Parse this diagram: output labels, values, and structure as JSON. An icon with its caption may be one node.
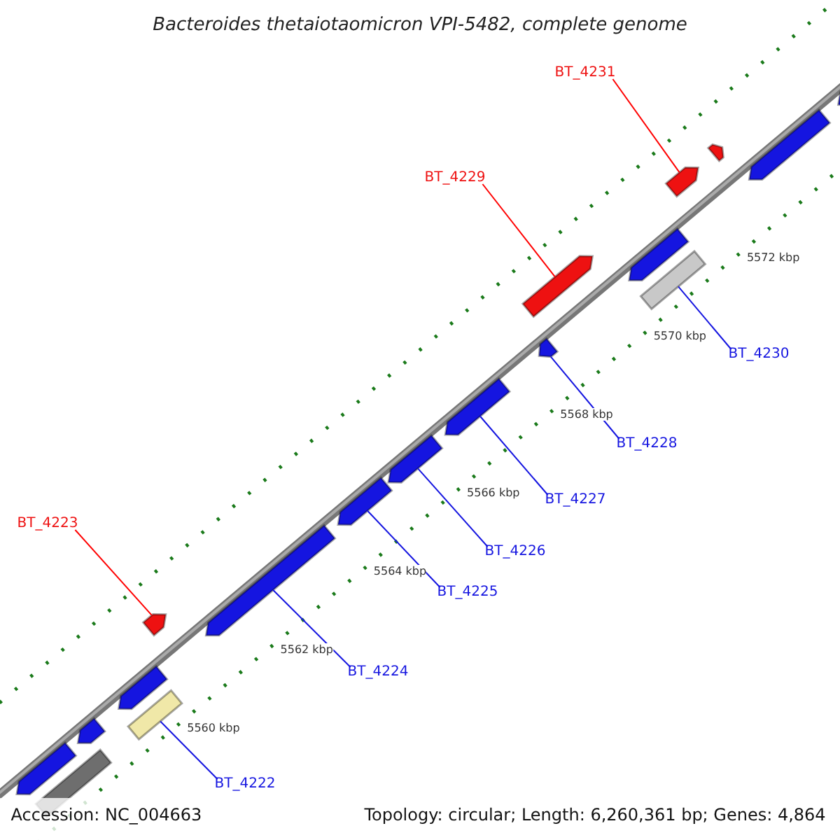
{
  "diagram": {
    "title": "Bacteroides thetaiotaomicron VPI-5482, complete genome",
    "nodes": [
      {
        "text": [
          "BT_4231"
        ]
      },
      {
        "text": [
          "BT_4229"
        ]
      },
      {
        "text": [
          "BT_4230"
        ]
      },
      {
        "text": [
          "BT_4228"
        ]
      },
      {
        "text": [
          "BT_4227"
        ]
      },
      {
        "text": [
          "BT_4223"
        ]
      },
      {
        "text": [
          "BT_4226"
        ]
      },
      {
        "text": [
          "BT_4225"
        ]
      },
      {
        "text": [
          "BT_4224"
        ]
      },
      {
        "text": [
          "BT_4222"
        ]
      },
      {
        "text": [],
        "shape": "box"
      },
      {
        "text": [],
        "shape": "box"
      },
      {
        "text": [],
        "shape": "box"
      },
      {
        "text": [],
        "shape": "box"
      },
      {
        "text": [],
        "shape": "box"
      },
      {
        "text": [],
        "shape": "box"
      },
      {
        "text": [],
        "shape": "box"
      },
      {
        "text": [],
        "shape": "box"
      },
      {
        "text": [],
        "shape": "box"
      },
      {
        "text": [],
        "shape": "box"
      },
      {
        "text": [],
        "shape": "box"
      },
      {
        "text": [],
        "shape": "box"
      },
      {
        "text": [],
        "shape": "box"
      },
      {
        "text": [],
        "shape": "box"
      },
      {
        "text": [],
        "shape": "box"
      },
      {
        "text": [],
        "shape": "box"
      },
      {
        "text": [],
        "shape": "box"
      },
      {
        "text": [],
        "shape": "box"
      }
    ],
    "edges": [
      {
        "from": 0,
        "to": 24,
        "arrow": "none",
        "color": "#ff0000"
      },
      {
        "from": 1,
        "to": 21,
        "arrow": "none",
        "color": "#ff0000"
      },
      {
        "from": 2,
        "to": 22,
        "arrow": "none"
      },
      {
        "from": 3,
        "to": 20,
        "arrow": "none"
      },
      {
        "from": 4,
        "to": 19,
        "arrow": "none"
      },
      {
        "from": 5,
        "to": 15,
        "arrow": "none",
        "color": "#ff0000"
      },
      {
        "from": 6,
        "to": 18,
        "arrow": "none"
      },
      {
        "from": 7,
        "to": 17,
        "arrow": "none"
      },
      {
        "from": 8,
        "to": 16,
        "arrow": "none"
      },
      {
        "from": 9,
        "to": 13,
        "arrow": "none"
      }
    ],
    "labels": [
      "5572 kbp",
      "5570 kbp",
      "5568 kbp",
      "5566 kbp",
      "5564 kbp",
      "5562 kbp",
      "5560 kbp",
      "Accession: NC_004663",
      "Topology: circular; Length: 6,260,361 bp; Genes: 4,864"
    ]
  }
}
